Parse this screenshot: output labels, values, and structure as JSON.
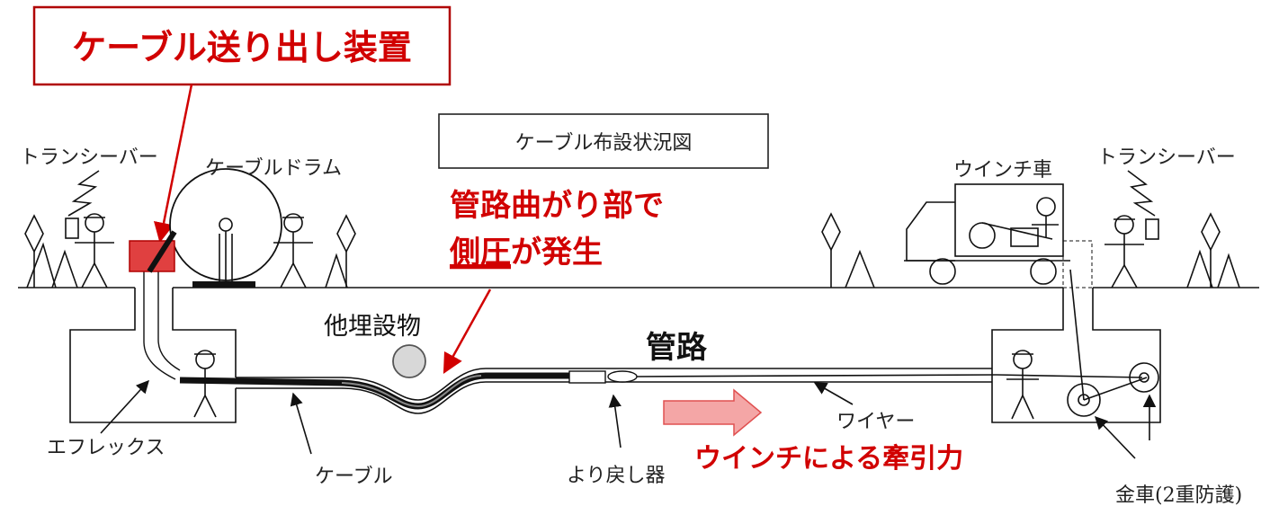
{
  "callout_device": "ケーブル送り出し装置",
  "diagram_title": "ケーブル布設状況図",
  "label_transceiver_left": "トランシーバー",
  "label_cable_drum": "ケーブルドラム",
  "label_winch_truck": "ウインチ車",
  "label_transceiver_right": "トランシーバー",
  "note_bend_line1": "管路曲がり部で",
  "note_bend_line2_underlined": "側圧",
  "note_bend_line2_rest": "が発生",
  "label_other_buried": "他埋設物",
  "label_conduit": "管路",
  "label_eflex": "エフレックス",
  "label_cable": "ケーブル",
  "label_swivel": "より戻し器",
  "label_wire": "ワイヤー",
  "label_winch_force": "ウインチによる牽引力",
  "label_pulley": "金車(2重防護)",
  "colors": {
    "accent_red": "#d10000",
    "arrow_fill": "#f4a6a6"
  }
}
